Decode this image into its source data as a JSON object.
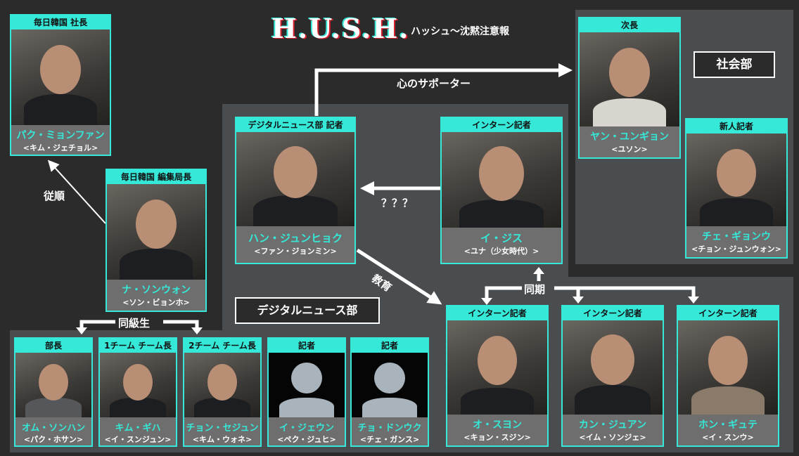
{
  "title": {
    "logo": "H.U.S.H.",
    "subtitle": "ハッシュ〜沈黙注意報"
  },
  "sections": {
    "society": "社会部",
    "digital": "デジタルニュース部"
  },
  "relations": {
    "obedience": "従順",
    "supporter": "心のサポーター",
    "unknown": "？？？",
    "education": "教育",
    "classmates": "同級生",
    "same_year": "同期"
  },
  "characters": [
    {
      "role": "毎日韓国 社長",
      "name": "パク・ミョンファン",
      "actor": "<キム・ジェチョル>"
    },
    {
      "role": "毎日韓国 編集局長",
      "name": "ナ・ソンウォン",
      "actor": "<ソン・ビョンホ>"
    },
    {
      "role": "デジタルニュース部 記者",
      "name": "ハン・ジュンヒョク",
      "actor": "<ファン・ジョンミン>"
    },
    {
      "role": "インターン記者",
      "name": "イ・ジス",
      "actor": "<ユナ（少女時代）>"
    },
    {
      "role": "次長",
      "name": "ヤン・ユンギョン",
      "actor": "<ユソン>"
    },
    {
      "role": "新人記者",
      "name": "チェ・ギョンウ",
      "actor": "<チョン・ジュンウォン>"
    },
    {
      "role": "部長",
      "name": "オム・ソンハン",
      "actor": "<パク・ホサン>"
    },
    {
      "role": "1チーム チーム長",
      "name": "キム・ギハ",
      "actor": "<イ・スンジュン>"
    },
    {
      "role": "2チーム チーム長",
      "name": "チョン・セジュン",
      "actor": "<キム・ウォネ>"
    },
    {
      "role": "記者",
      "name": "イ・ジェウン",
      "actor": "<ペク・ジュヒ>"
    },
    {
      "role": "記者",
      "name": "チョ・ドンウク",
      "actor": "<チェ・ガンス>"
    },
    {
      "role": "インターン記者",
      "name": "オ・スヨン",
      "actor": "<キョン・スジン>"
    },
    {
      "role": "インターン記者",
      "name": "カン・ジュアン",
      "actor": "<イム・ソンジェ>"
    },
    {
      "role": "インターン記者",
      "name": "ホン・ギュテ",
      "actor": "<イ・スンウ>"
    }
  ],
  "colors": {
    "accent": "#35e8d8",
    "background": "#2b2b2b",
    "panel": "#4a4d50",
    "logo_red": "#d8202e"
  }
}
